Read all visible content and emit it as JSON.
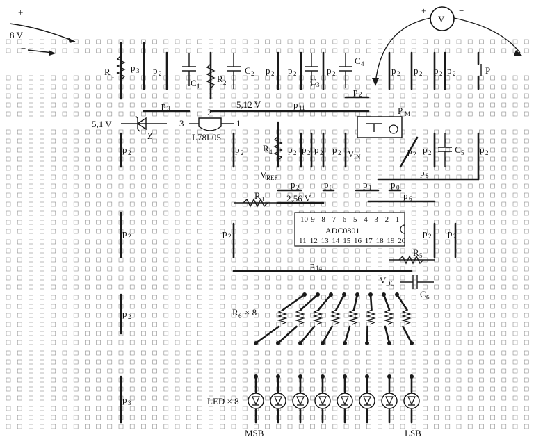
{
  "supply": {
    "voltage": "8 V",
    "plus": "+",
    "minus": "−"
  },
  "meter": {
    "symbol": "V",
    "plus": "+",
    "minus": "−"
  },
  "components": {
    "R1": "R",
    "R1s": "1",
    "R2": "R",
    "R2s": "2",
    "R3": "R",
    "R3s": "3",
    "R4": "R",
    "R4s": "4",
    "R5": "R",
    "R5s": "5",
    "C1": "C",
    "C1s": "1",
    "C2": "C",
    "C2s": "2",
    "C3": "C",
    "C3s": "3",
    "C4": "C",
    "C4s": "4",
    "C5": "C",
    "C5s": "5",
    "C6": "C",
    "C6s": "6",
    "zener_voltage": "5,1 V",
    "zener": "Z",
    "regulator": "L78L05",
    "reg_pin1": "1",
    "reg_pin2": "2",
    "reg_pin3": "3",
    "pot": "P",
    "pot_sub": "M",
    "pushbutton": "P",
    "v_ref": "V",
    "v_ref_sub": "REF",
    "v_in": "V",
    "v_in_sub": "IN",
    "v_dc": "V",
    "v_dc_sub": "DC",
    "vcc_512": "5,12 V",
    "vref_256": "2,56 V",
    "adc": "ADC0801",
    "adc_top_pins": [
      "10",
      "9",
      "8",
      "7",
      "6",
      "5",
      "4",
      "3",
      "2",
      "1"
    ],
    "adc_bottom_pins": [
      "11",
      "12",
      "13",
      "14",
      "15",
      "16",
      "17",
      "18",
      "19",
      "20"
    ],
    "r6": "R",
    "r6_sub": "6",
    "r6_count": "× 8",
    "led": "LED × 8",
    "msb": "MSB",
    "lsb": "LSB"
  },
  "jumpers": {
    "p0": "0",
    "p1": "1",
    "p2": "2",
    "p3": "3",
    "p6": "6",
    "p8": "8",
    "p11": "11",
    "p14": "14",
    "p": "p"
  }
}
